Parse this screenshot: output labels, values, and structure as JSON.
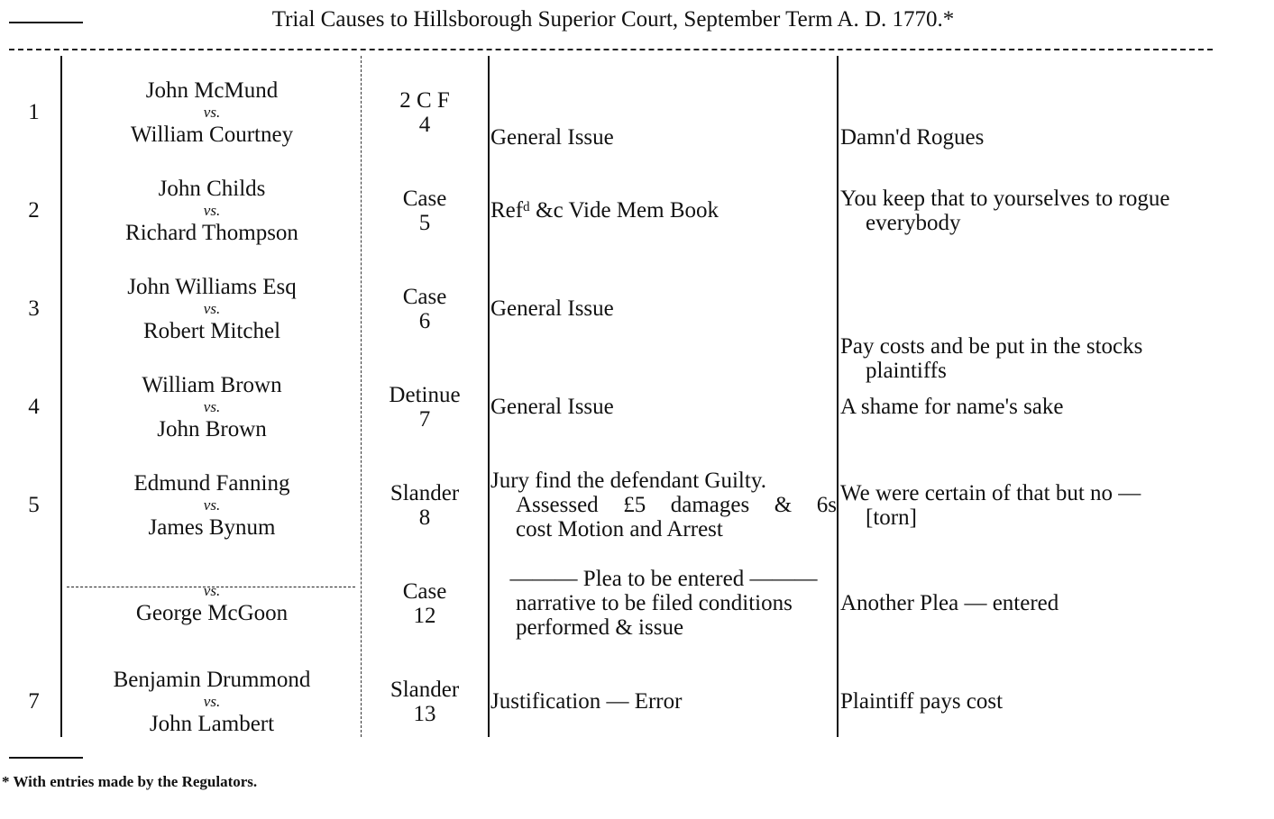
{
  "title": "Trial Causes to Hillsborough Superior Court, September Term A. D. 1770.*",
  "footnote": "* With entries made by the Regulators.",
  "rows": [
    {
      "num": "1",
      "plaintiff": "John McMund",
      "vs": "vs.",
      "defendant": "William Courtney",
      "action": [
        "2 C F",
        "4"
      ],
      "plea": [
        "General Issue"
      ],
      "remark": [
        "Damn'd Rogues"
      ]
    },
    {
      "num": "2",
      "plaintiff": "John Childs",
      "vs": "vs.",
      "defendant": "Richard Thompson",
      "action": [
        "Case",
        "5"
      ],
      "plea": [
        "Refᵈ &c Vide Mem Book"
      ],
      "remark": [
        "You keep that to yourselves to rogue",
        "everybody"
      ]
    },
    {
      "num": "3",
      "plaintiff": "John Williams Esq",
      "vs": "vs.",
      "defendant": "Robert Mitchel",
      "action": [
        "Case",
        "6"
      ],
      "plea": [
        "General Issue"
      ],
      "remark": [
        "Pay costs and be put in the stocks",
        "plaintiffs"
      ]
    },
    {
      "num": "4",
      "plaintiff": "William Brown",
      "vs": "vs.",
      "defendant": "John Brown",
      "action": [
        "Detinue",
        "7"
      ],
      "plea": [
        "General Issue"
      ],
      "remark": [
        "A shame for name's sake"
      ]
    },
    {
      "num": "5",
      "plaintiff": "Edmund Fanning",
      "vs": "vs.",
      "defendant": "James Bynum",
      "action": [
        "Slander",
        "8"
      ],
      "plea": [
        "Jury find the defendant Guilty.",
        "Assessed £5 damages & 6s",
        "cost Motion and Arrest"
      ],
      "remark": [
        "We were certain of that but no —",
        "[torn]"
      ]
    },
    {
      "num": "",
      "plaintiff": "",
      "vs": "vs.",
      "defendant": "George McGoon",
      "action": [
        "Case",
        "12"
      ],
      "plea": [
        "——— Plea to be entered ———",
        "narrative to be filed conditions",
        "performed & issue"
      ],
      "remark": [
        "Another Plea — entered"
      ]
    },
    {
      "num": "7",
      "plaintiff": "Benjamin Drummond",
      "vs": "vs.",
      "defendant": "John Lambert",
      "action": [
        "Slander",
        "13"
      ],
      "plea": [
        "Justification — Error"
      ],
      "remark": [
        "Plaintiff pays cost"
      ]
    }
  ]
}
